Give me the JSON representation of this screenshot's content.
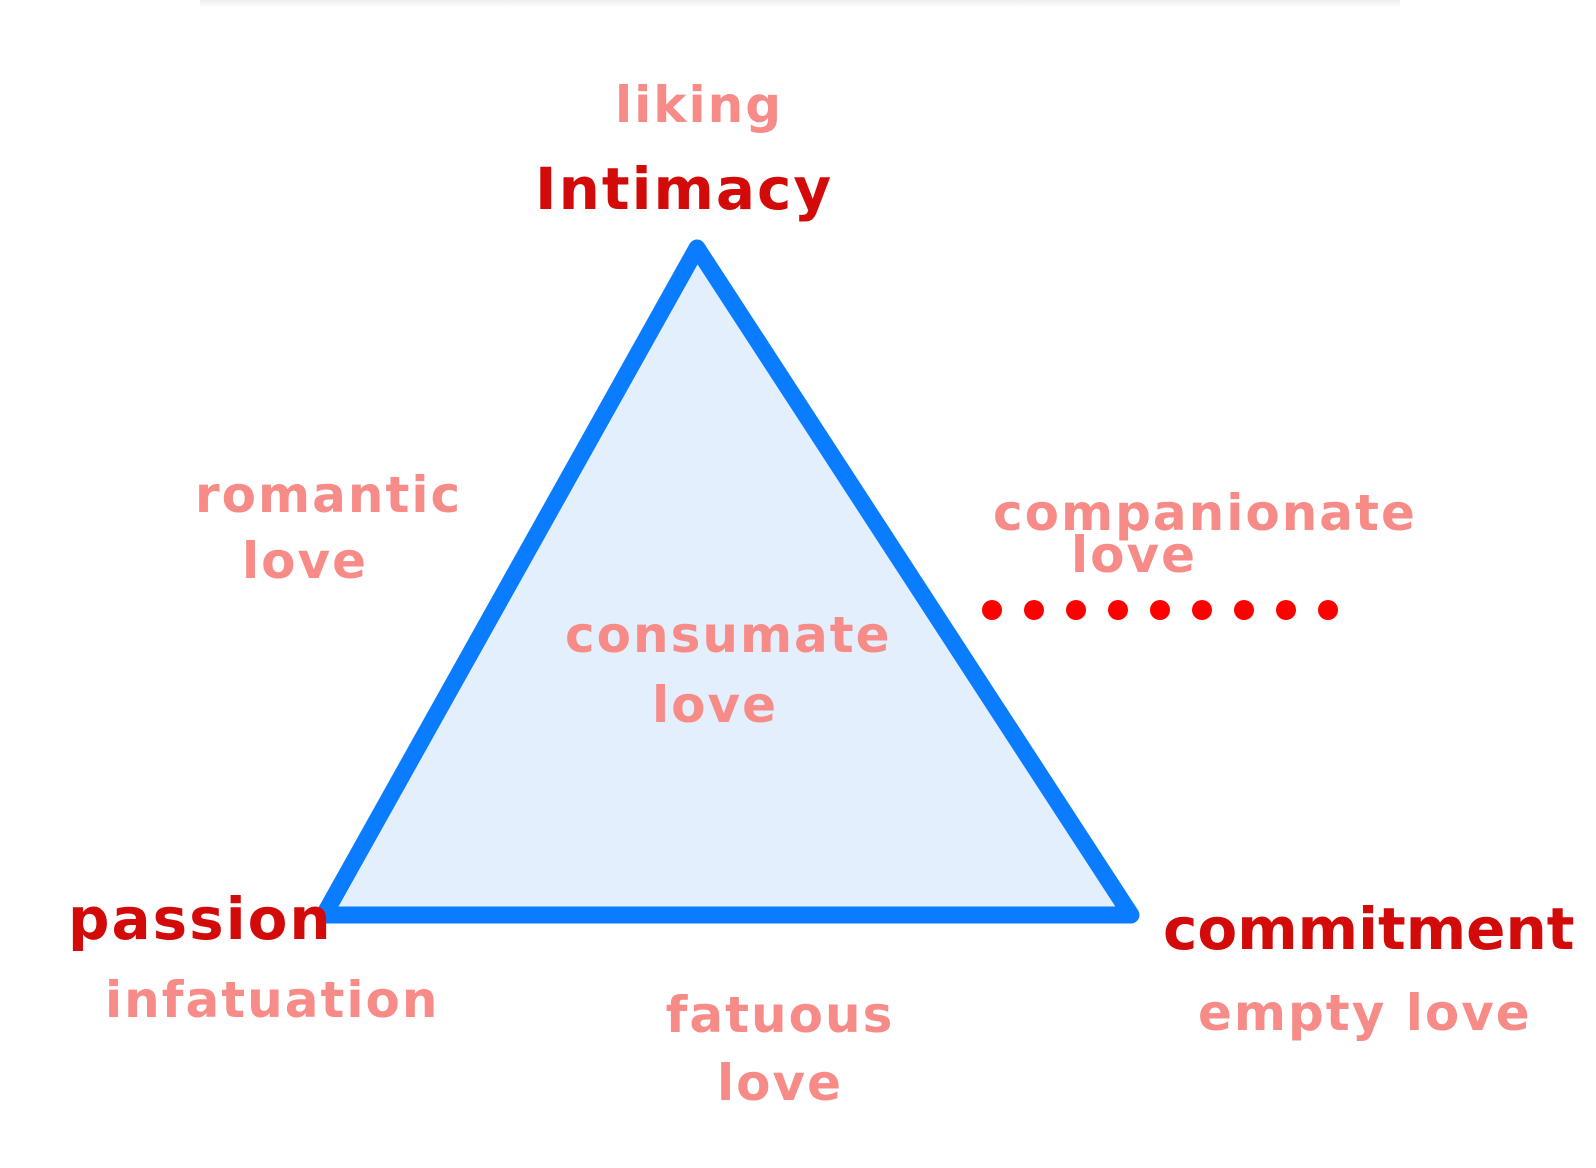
{
  "vertices": {
    "intimacy": {
      "label": "Intimacy",
      "sub": "liking"
    },
    "passion": {
      "label": "passion",
      "sub": "infatuation"
    },
    "commitment": {
      "label": "commitment",
      "sub": "empty love"
    }
  },
  "sides": {
    "left": [
      "romantic",
      "love"
    ],
    "right": [
      "companionate",
      "love"
    ],
    "bottom": [
      "fatuous",
      "love"
    ]
  },
  "center": [
    "consumate",
    "love"
  ],
  "colors": {
    "triangle_stroke": "#0a7cff",
    "triangle_fill": "#e3effd",
    "primary": "#d20a0a",
    "secondary": "#f78b88",
    "dots": "#ff0000"
  },
  "dot_count": 9
}
